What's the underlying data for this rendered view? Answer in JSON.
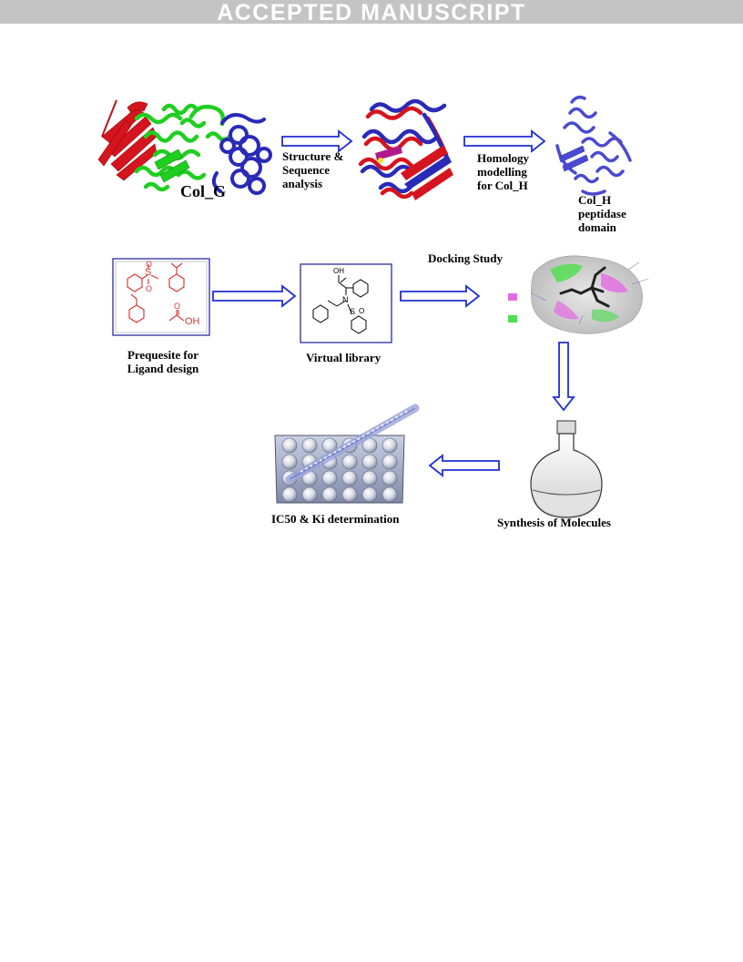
{
  "banner": {
    "text": "ACCEPTED MANUSCRIPT"
  },
  "labels": {
    "col_g": "Col_G",
    "structure_line1": "Structure &",
    "structure_line2": "Sequence",
    "structure_line3": "analysis",
    "homology_line1": "Homology",
    "homology_line2": "modelling",
    "homology_line3": "for Col_H",
    "colh_line1": "Col_H",
    "colh_line2": "peptidase",
    "colh_line3": "domain",
    "docking": "Docking Study",
    "prerequisite_line1": "Prequesite for",
    "prerequisite_line2": "Ligand design",
    "virtual_library": "Virtual library",
    "synthesis": "Synthesis of Molecules",
    "ic50": "IC50 & Ki determination"
  },
  "chem": {
    "oh": "OH",
    "o": "O",
    "s": "S",
    "n": "N"
  },
  "colors": {
    "arrow": "#1f2fd6",
    "protein_red": "#d6141e",
    "protein_green": "#1fcf1f",
    "protein_blue": "#2a2ab8",
    "ligand_red": "#d83b3b",
    "box_border": "#3a3aa8"
  }
}
